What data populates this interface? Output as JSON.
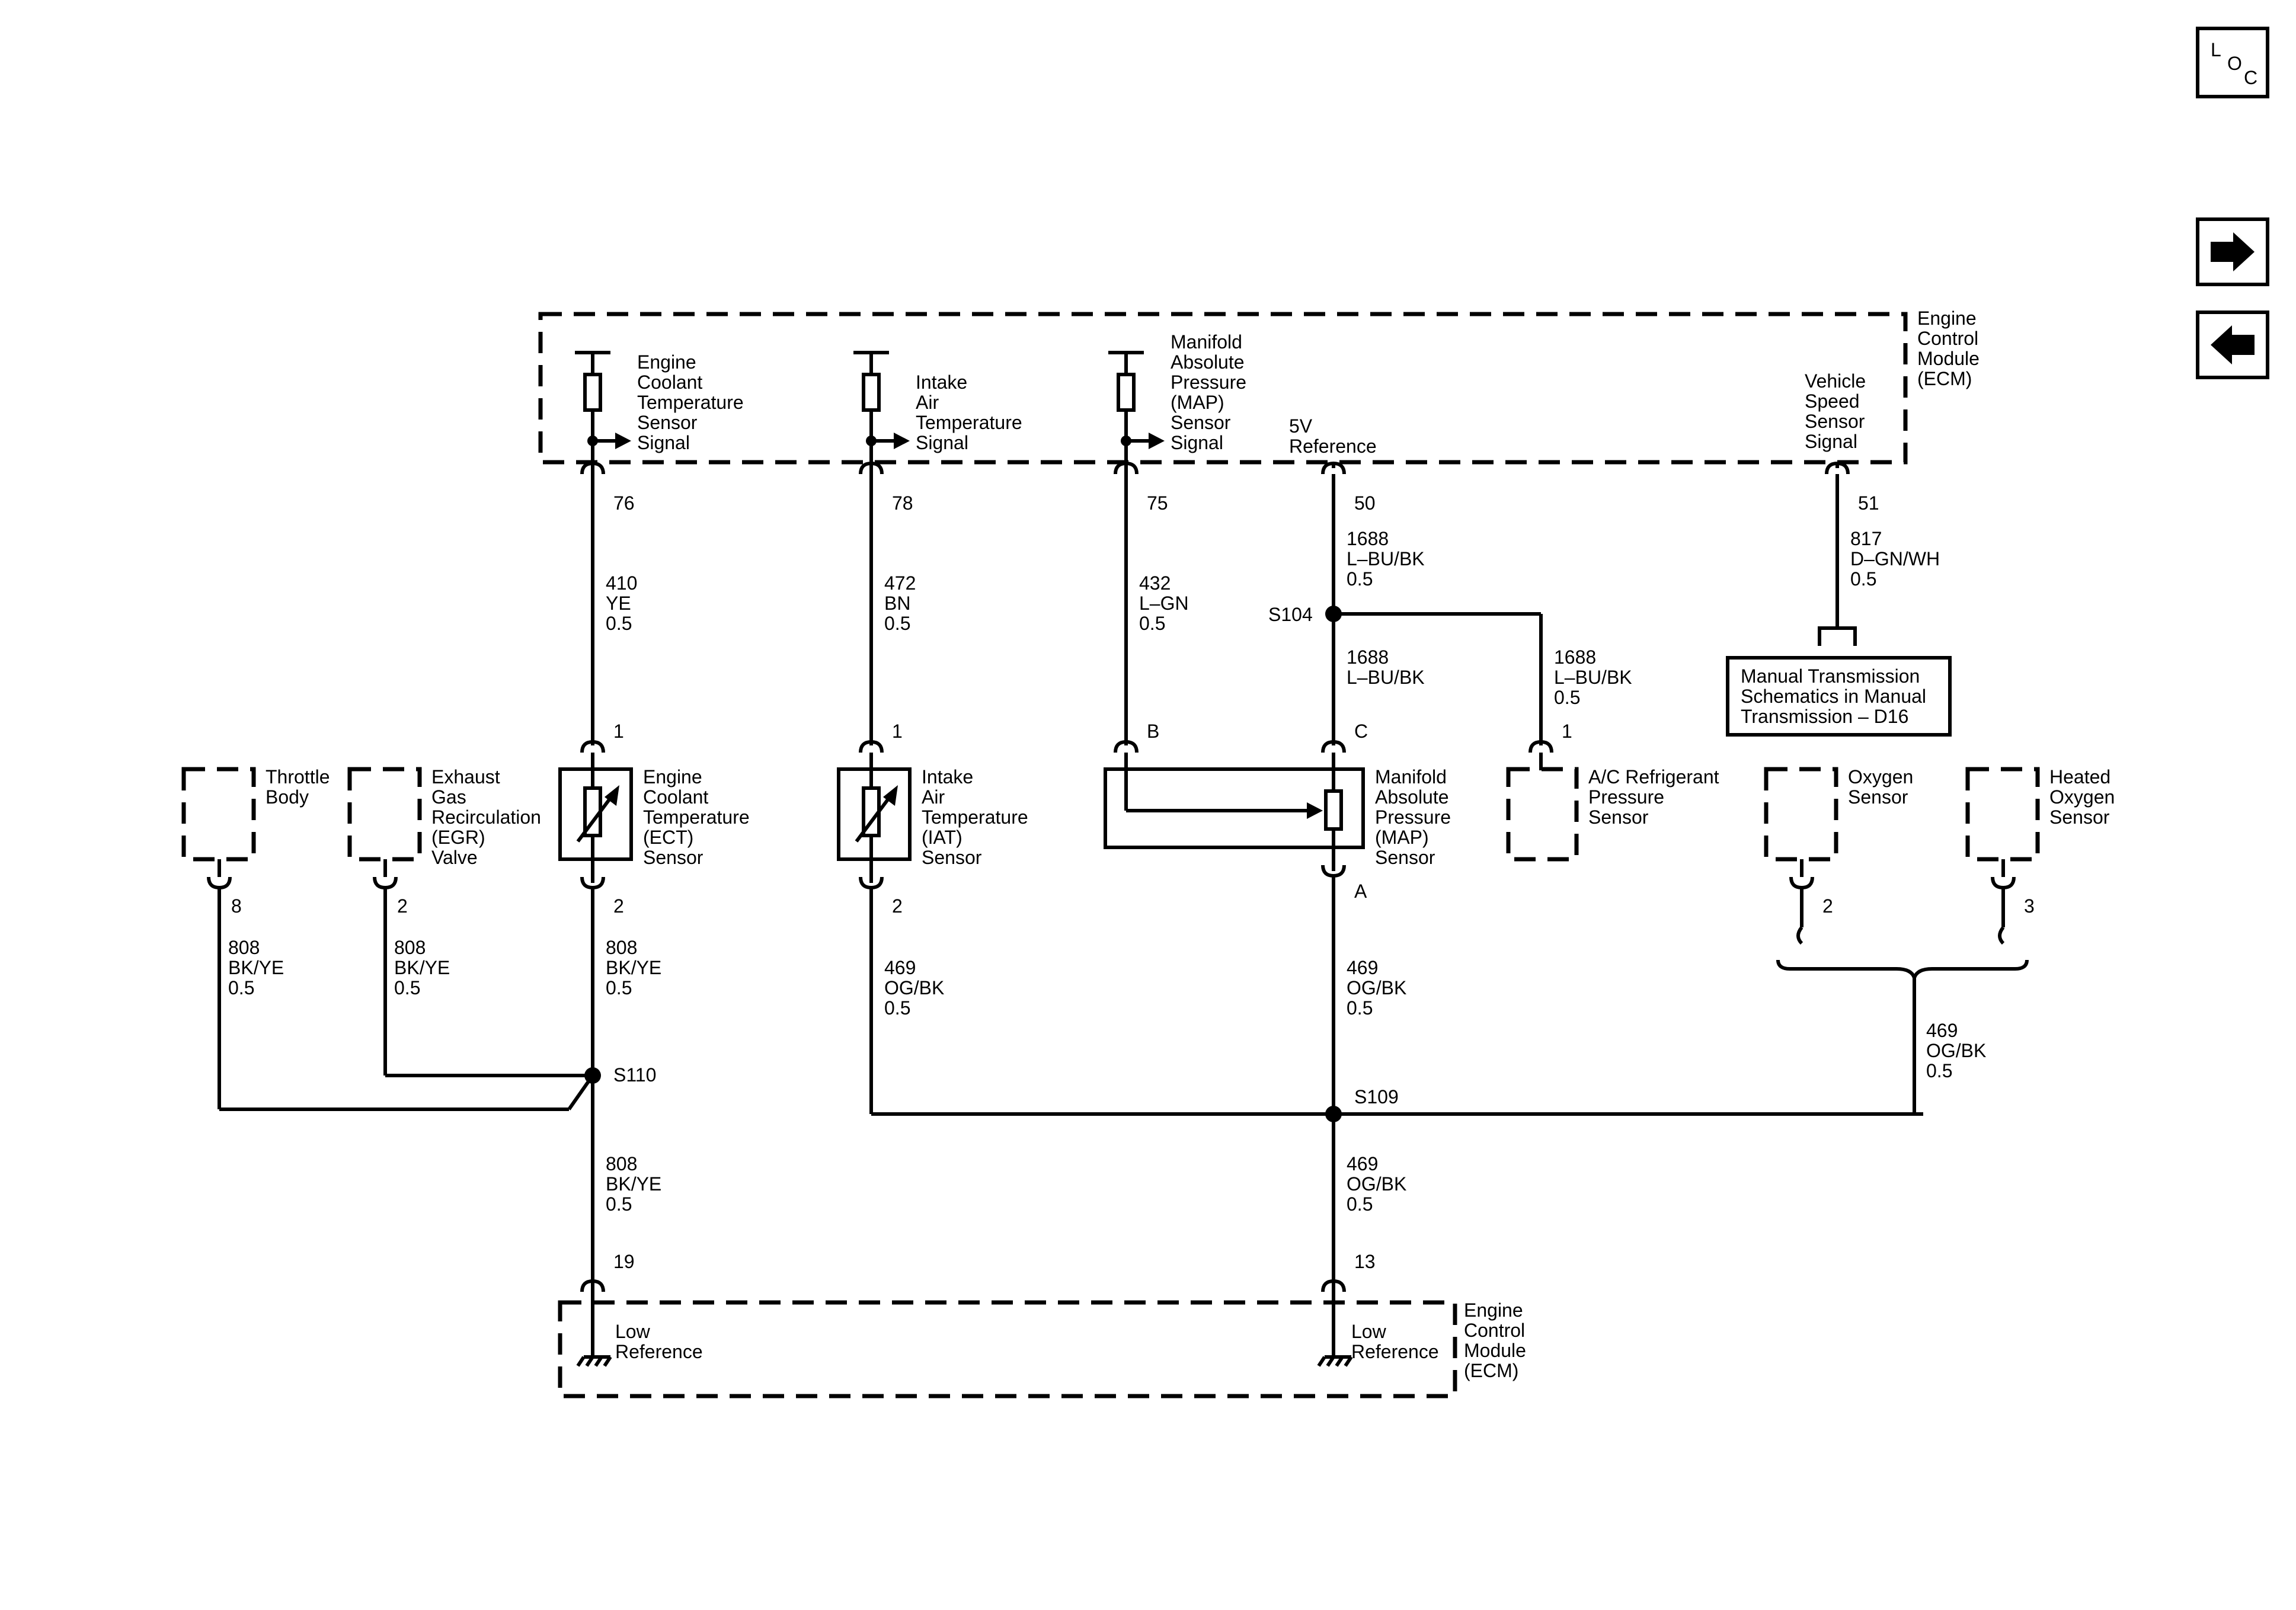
{
  "nav": {
    "loc_letters": [
      "L",
      "O",
      "C"
    ],
    "forward_icon": "right-arrow-icon",
    "back_icon": "left-arrow-icon"
  },
  "ecm_top": {
    "label": [
      "Engine",
      "Control",
      "Module",
      "(ECM)"
    ],
    "ect_signal": [
      "Engine",
      "Coolant",
      "Temperature",
      "Sensor",
      "Signal"
    ],
    "iat_signal": [
      "Intake",
      "Air",
      "Temperature",
      "Signal"
    ],
    "map_signal": [
      "Manifold",
      "Absolute",
      "Pressure",
      "(MAP)",
      "Sensor",
      "Signal"
    ],
    "ref5v": [
      "5V",
      "Reference"
    ],
    "vss_signal": [
      "Vehicle",
      "Speed",
      "Sensor",
      "Signal"
    ]
  },
  "ecm_bottom": {
    "label": [
      "Engine",
      "Control",
      "Module",
      "(ECM)"
    ],
    "low_ref_left": [
      "Low",
      "Reference"
    ],
    "low_ref_right": [
      "Low",
      "Reference"
    ]
  },
  "pins": {
    "ecm_ect": "76",
    "ecm_iat": "78",
    "ecm_map": "75",
    "ecm_5v": "50",
    "ecm_vss": "51",
    "ecm_low_left": "19",
    "ecm_low_right": "13",
    "ect_top": "1",
    "ect_bottom": "2",
    "iat_top": "1",
    "iat_bottom": "2",
    "map_b": "B",
    "map_c": "C",
    "map_a": "A",
    "ac_pin": "1",
    "throttle_pin": "8",
    "egr_pin": "2",
    "o2_pin": "2",
    "ho2_pin": "3"
  },
  "wires": {
    "w410": [
      "410",
      "YE",
      "0.5"
    ],
    "w472": [
      "472",
      "BN",
      "0.5"
    ],
    "w432": [
      "432",
      "L–GN",
      "0.5"
    ],
    "w1688_top": [
      "1688",
      "L–BU/BK",
      "0.5"
    ],
    "w1688_mid": [
      "1688",
      "L–BU/BK"
    ],
    "w1688_ac": [
      "1688",
      "L–BU/BK",
      "0.5"
    ],
    "w817": [
      "817",
      "D–GN/WH",
      "0.5"
    ],
    "w808_throttle": [
      "808",
      "BK/YE",
      "0.5"
    ],
    "w808_egr": [
      "808",
      "BK/YE",
      "0.5"
    ],
    "w808_ect": [
      "808",
      "BK/YE",
      "0.5"
    ],
    "w808_low": [
      "808",
      "BK/YE",
      "0.5"
    ],
    "w469_iat": [
      "469",
      "OG/BK",
      "0.5"
    ],
    "w469_map": [
      "469",
      "OG/BK",
      "0.5"
    ],
    "w469_o2": [
      "469",
      "OG/BK",
      "0.5"
    ],
    "w469_low": [
      "469",
      "OG/BK",
      "0.5"
    ]
  },
  "splices": {
    "s104": "S104",
    "s110": "S110",
    "s109": "S109"
  },
  "components": {
    "ect": [
      "Engine",
      "Coolant",
      "Temperature",
      "(ECT)",
      "Sensor"
    ],
    "iat": [
      "Intake",
      "Air",
      "Temperature",
      "(IAT)",
      "Sensor"
    ],
    "map": [
      "Manifold",
      "Absolute",
      "Pressure",
      "(MAP)",
      "Sensor"
    ],
    "ac": [
      "A/C Refrigerant",
      "Pressure",
      "Sensor"
    ],
    "throttle": [
      "Throttle",
      "Body"
    ],
    "egr": [
      "Exhaust",
      "Gas",
      "Recirculation",
      "(EGR)",
      "Valve"
    ],
    "o2": [
      "Oxygen",
      "Sensor"
    ],
    "ho2": [
      "Heated",
      "Oxygen",
      "Sensor"
    ]
  },
  "manual_trans_box": [
    "Manual Transmission",
    "Schematics in Manual",
    "Transmission – D16"
  ]
}
